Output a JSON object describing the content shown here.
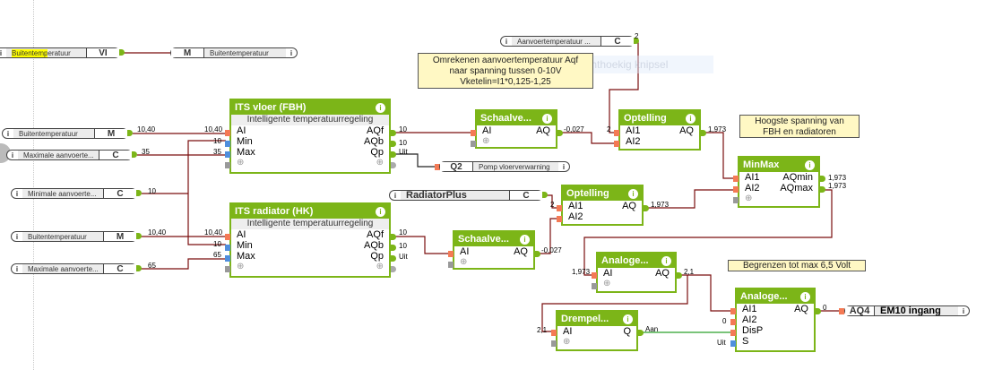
{
  "overlay": {
    "snip_text": "Rechthoekig knipsel"
  },
  "io_blocks": {
    "buiten_vi": {
      "name": "Buitentemperatuur",
      "type": "VI",
      "highlight": "Buitentemp"
    },
    "buiten_m_out": {
      "type": "M",
      "name": "Buitentemperatuur"
    },
    "aanvoer_c": {
      "name": "Aanvoertemperatuur ...",
      "type": "C"
    },
    "buiten_m1": {
      "name": "Buitentemperatuur",
      "type": "M"
    },
    "max1": {
      "name": "Maximale aanvoerte...",
      "type": "C"
    },
    "min1": {
      "name": "Minimale aanvoerte...",
      "type": "C"
    },
    "buiten_m2": {
      "name": "Buitentemperatuur",
      "type": "M"
    },
    "max2": {
      "name": "Maximale aanvoerte...",
      "type": "C"
    },
    "radiatorplus": {
      "name": "RadiatorPlus",
      "type": "C"
    },
    "q2": {
      "type": "Q2",
      "name": "Pomp vloerverwarning"
    },
    "aq4": {
      "type": "AQ4",
      "name": "EM10 ingang"
    }
  },
  "notes": {
    "omrekenen": [
      "Omrekenen aanvoertemperatuur Aqf",
      "naar spanning tussen 0-10V",
      "Vketelin=I1*0,125-1,25"
    ],
    "hoogste": [
      "Hoogste spanning van",
      "FBH en radiatoren"
    ],
    "begrenzen": "Begrenzen tot max 6,5 Volt"
  },
  "blocks": {
    "its_vloer": {
      "title": "ITS vloer (FBH)",
      "subtitle": "Intelligente temperatuurregeling",
      "inputs": [
        "AI",
        "Min",
        "Max"
      ],
      "outputs": [
        "AQf",
        "AQb",
        "Qp"
      ]
    },
    "its_rad": {
      "title": "ITS radiator (HK)",
      "subtitle": "Intelligente temperatuurregeling",
      "inputs": [
        "AI",
        "Min",
        "Max"
      ],
      "outputs": [
        "AQf",
        "AQb",
        "Qp"
      ]
    },
    "schaal1": {
      "title": "Schaalve...",
      "inputs": [
        "AI"
      ],
      "outputs": [
        "AQ"
      ]
    },
    "schaal2": {
      "title": "Schaalve...",
      "inputs": [
        "AI"
      ],
      "outputs": [
        "AQ"
      ]
    },
    "opt1": {
      "title": "Optelling",
      "inputs": [
        "AI1",
        "AI2"
      ],
      "outputs": [
        "AQ"
      ]
    },
    "opt2": {
      "title": "Optelling",
      "inputs": [
        "AI1",
        "AI2"
      ],
      "outputs": [
        "AQ"
      ]
    },
    "minmax": {
      "title": "MinMax",
      "inputs": [
        "AI1",
        "AI2"
      ],
      "outputs": [
        "AQmin",
        "AQmax"
      ]
    },
    "analog1": {
      "title": "Analoge...",
      "inputs": [
        "AI"
      ],
      "outputs": [
        "AQ"
      ]
    },
    "drempel": {
      "title": "Drempel...",
      "inputs": [
        "AI"
      ],
      "outputs": [
        "Q"
      ]
    },
    "analog2": {
      "title": "Analoge...",
      "inputs": [
        "AI1",
        "AI2",
        "DisP",
        "S"
      ],
      "outputs": [
        "AQ"
      ]
    }
  },
  "values": {
    "buiten1_out": "10,40",
    "buiten1_in": "10,40",
    "min_in1": "10",
    "max_in1": "35",
    "max1_out": "35",
    "min_out": "10",
    "buiten2_out": "10,40",
    "buiten2_in": "10,40",
    "min_in2": "10",
    "max_in2": "65",
    "max2_out": "65",
    "vloer_aqf": "10",
    "vloer_aqb": "10",
    "vloer_qp": "Uit",
    "rad_aqf": "10",
    "rad_aqb": "10",
    "rad_qp": "Uit",
    "schaal1_out": "-0,027",
    "schaal2_out": "-0,027",
    "aanvoer_out": "2",
    "opt1_in1": "2",
    "opt1_out": "1,973",
    "rad_plus_in": "2",
    "opt2_out": "1,973",
    "minmax_min": "1,973",
    "minmax_max": "1,973",
    "analog1_in": "1,973",
    "analog1_out": "2,1",
    "drempel_in": "2,1",
    "drempel_out": "Aan",
    "analog2_ai2": "0",
    "analog2_s": "Uit",
    "analog2_out": "0"
  },
  "info_glyph": "i"
}
